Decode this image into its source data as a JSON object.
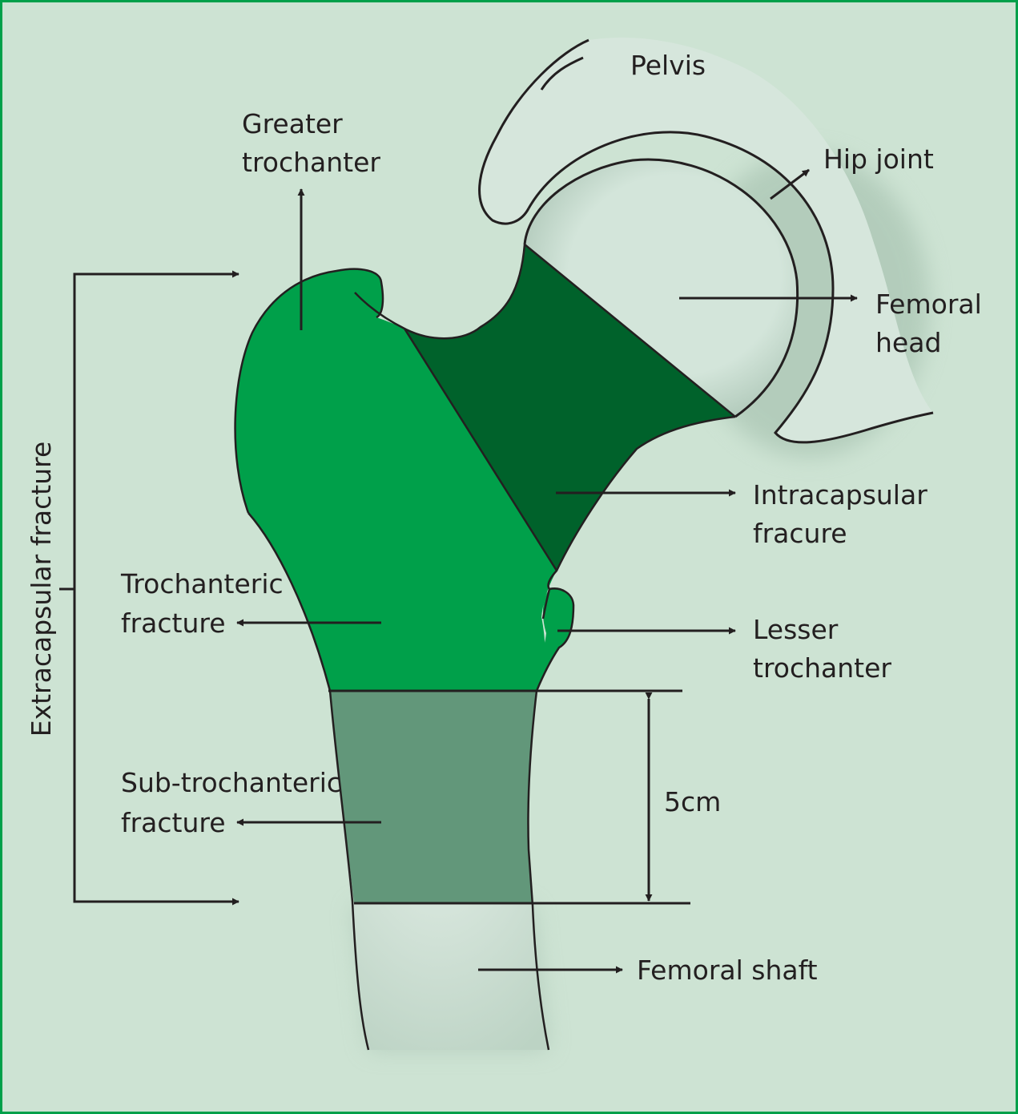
{
  "colors": {
    "background": "#cde3d3",
    "frame": "#00a04a",
    "trochanteric_region": "#00a04a",
    "intracapsular_region": "#00622b",
    "subtrochanteric_region": "#62977a",
    "bone_shaft": "#d4e6da",
    "pelvis": "#d6e6dc",
    "ink": "#231f20"
  },
  "labels": {
    "pelvis": "Pelvis",
    "greater_trochanter": [
      "Greater",
      "trochanter"
    ],
    "hip_joint": "Hip joint",
    "femoral_head": [
      "Femoral",
      "head"
    ],
    "intracapsular_fracture": [
      "Intracapsular",
      "fracure"
    ],
    "trochanteric_fracture": [
      "Trochanteric",
      "fracture"
    ],
    "lesser_trochanter": [
      "Lesser",
      "trochanter"
    ],
    "sub_trochanteric_fracture": [
      "Sub-trochanteric",
      "fracture"
    ],
    "measurement": "5cm",
    "femoral_shaft": "Femoral shaft",
    "extracapsular_fracture": "Extracapsular fracture"
  }
}
